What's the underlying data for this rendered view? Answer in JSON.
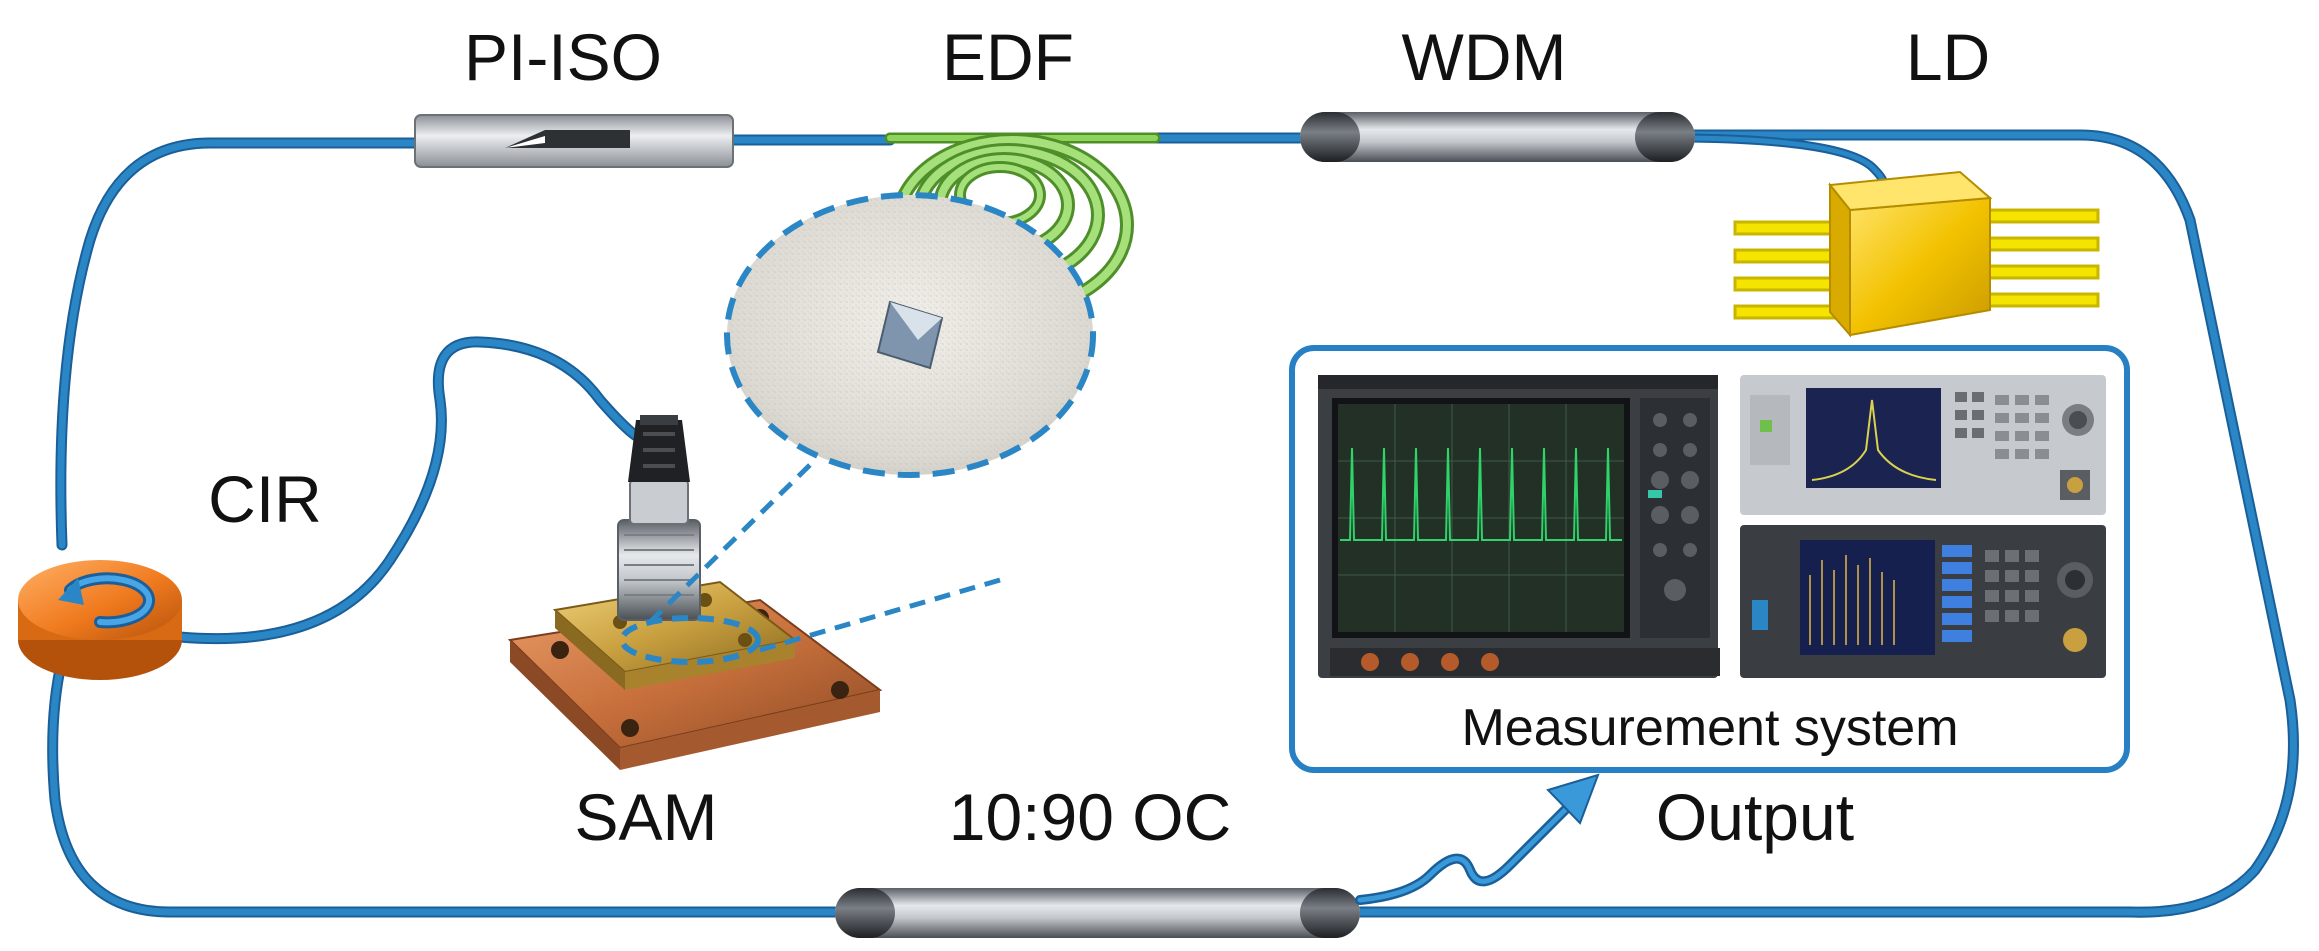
{
  "diagram": {
    "labels": {
      "pi_iso": "PI-ISO",
      "edf": "EDF",
      "wdm": "WDM",
      "ld": "LD",
      "cir": "CIR",
      "sam": "SAM",
      "coupler": "10:90 OC",
      "output": "Output",
      "measurement": "Measurement system"
    },
    "colors": {
      "fiber": "#2b86c5",
      "fiber_dark": "#1a5f99",
      "edf_fiber": "#7cc24a",
      "ld_body": "#f2c200",
      "ld_pins": "#f5e400",
      "copper": "#c8703c",
      "gold": "#c9a040",
      "circulator": "#f07a1e",
      "measurement_border": "#2680c3",
      "scope_trace": "#2fd36a",
      "device_gray": "#9ea3a8"
    },
    "icons": {
      "isolator": "isolator-arrow-icon",
      "circulator": "circulator-arrow-icon",
      "output": "output-arrow-icon"
    }
  }
}
